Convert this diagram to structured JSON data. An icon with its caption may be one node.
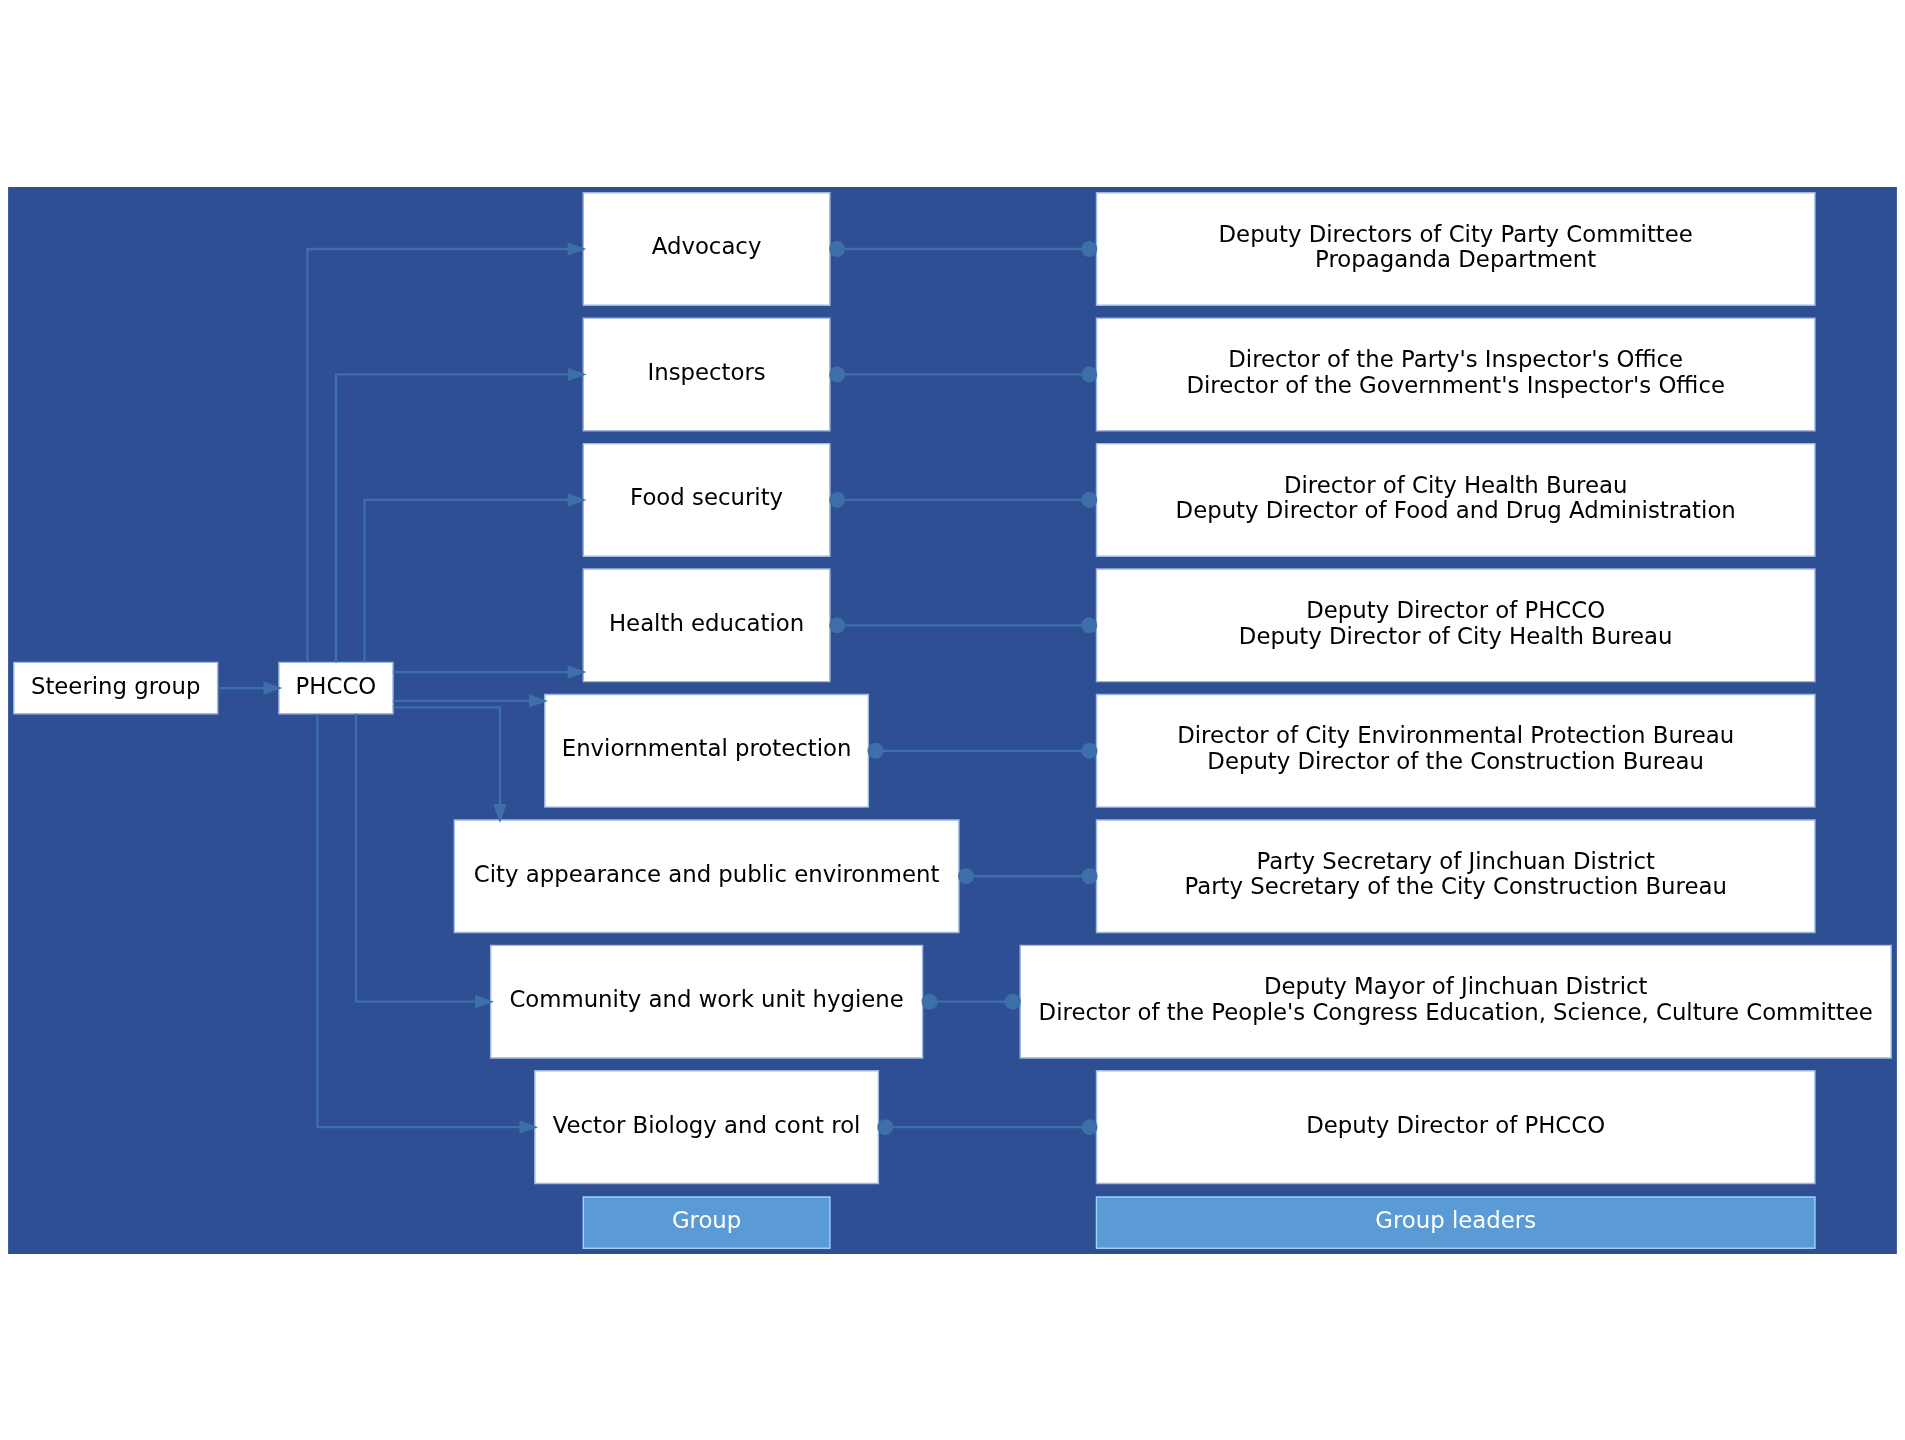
{
  "diagram": {
    "nodes": [
      {
        "text": [
          "Group"
        ]
      },
      {
        "text": [
          "Group leaders"
        ]
      },
      {
        "text": [
          "Steering group"
        ]
      },
      {
        "text": [
          "PHCCO"
        ]
      },
      {
        "text": [
          "Advocacy"
        ]
      },
      {
        "text": [
          "Inspectors"
        ]
      },
      {
        "text": [
          "Food security"
        ]
      },
      {
        "text": [
          "Health education"
        ]
      },
      {
        "text": [
          "Enviornmental protection"
        ]
      },
      {
        "text": [
          "City appearance and public environment"
        ]
      },
      {
        "text": [
          "Community and work unit hygiene"
        ]
      },
      {
        "text": [
          "Vector Biology and cont rol"
        ]
      },
      {
        "text": [
          "Deputy Directors of City Party Committee",
          "Propaganda Department"
        ]
      },
      {
        "text": [
          "Director of the Party's Inspector's Office",
          "Director of the Government's Inspector's Office"
        ]
      },
      {
        "text": [
          "Director of City Health Bureau",
          "Deputy Director of Food and Drug Administration"
        ]
      },
      {
        "text": [
          "Deputy Director of PHCCO",
          "Deputy Director of City Health Bureau"
        ]
      },
      {
        "text": [
          "Director of City Environmental Protection Bureau",
          "Deputy Director of the Construction Bureau"
        ]
      },
      {
        "text": [
          "Party Secretary of Jinchuan District",
          "Party Secretary of the City Construction Bureau"
        ]
      },
      {
        "text": [
          "Deputy Mayor of Jinchuan District",
          "Director of the People's Congress Education, Science, Culture Committee"
        ]
      },
      {
        "text": [
          "Deputy Director of PHCCO"
        ]
      }
    ],
    "edges": [
      {
        "from": 2,
        "to": 3,
        "arrow": "to"
      },
      {
        "from": 3,
        "to": 4,
        "arrow": "to"
      },
      {
        "from": 3,
        "to": 5,
        "arrow": "to"
      },
      {
        "from": 3,
        "to": 6,
        "arrow": "to"
      },
      {
        "from": 3,
        "to": 7,
        "arrow": "to"
      },
      {
        "from": 3,
        "to": 8,
        "arrow": "to"
      },
      {
        "from": 3,
        "to": 9,
        "arrow": "to"
      },
      {
        "from": 3,
        "to": 10,
        "arrow": "to"
      },
      {
        "from": 3,
        "to": 11,
        "arrow": "to"
      },
      {
        "from": 4,
        "to": 12,
        "arrow": "other"
      },
      {
        "from": 5,
        "to": 13,
        "arrow": "other"
      },
      {
        "from": 6,
        "to": 14,
        "arrow": "other"
      },
      {
        "from": 7,
        "to": 15,
        "arrow": "other"
      },
      {
        "from": 8,
        "to": 16,
        "arrow": "other"
      },
      {
        "from": 9,
        "to": 17,
        "arrow": "other"
      },
      {
        "from": 10,
        "to": 18,
        "arrow": "other"
      },
      {
        "from": 11,
        "to": 19,
        "arrow": "other"
      }
    ]
  }
}
